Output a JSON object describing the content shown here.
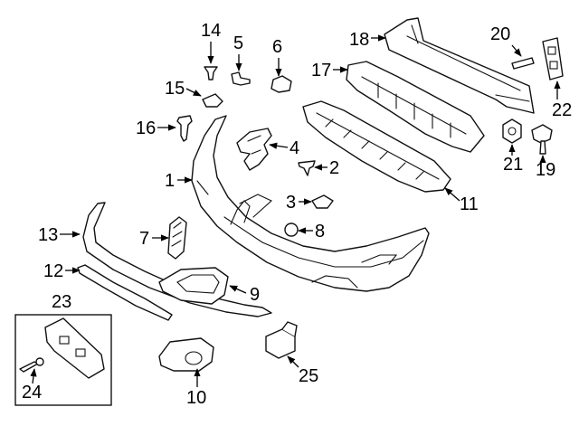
{
  "callouts": {
    "c1": "1",
    "c2": "2",
    "c3": "3",
    "c4": "4",
    "c5": "5",
    "c6": "6",
    "c7": "7",
    "c8": "8",
    "c9": "9",
    "c10": "10",
    "c11": "11",
    "c12": "12",
    "c13": "13",
    "c14": "14",
    "c15": "15",
    "c16": "16",
    "c17": "17",
    "c18": "18",
    "c19": "19",
    "c20": "20",
    "c21": "21",
    "c22": "22",
    "c23": "23",
    "c24": "24",
    "c25": "25"
  },
  "colors": {
    "line": "#111111",
    "fill": "#ffffff",
    "shade": "#d9d9d9"
  }
}
